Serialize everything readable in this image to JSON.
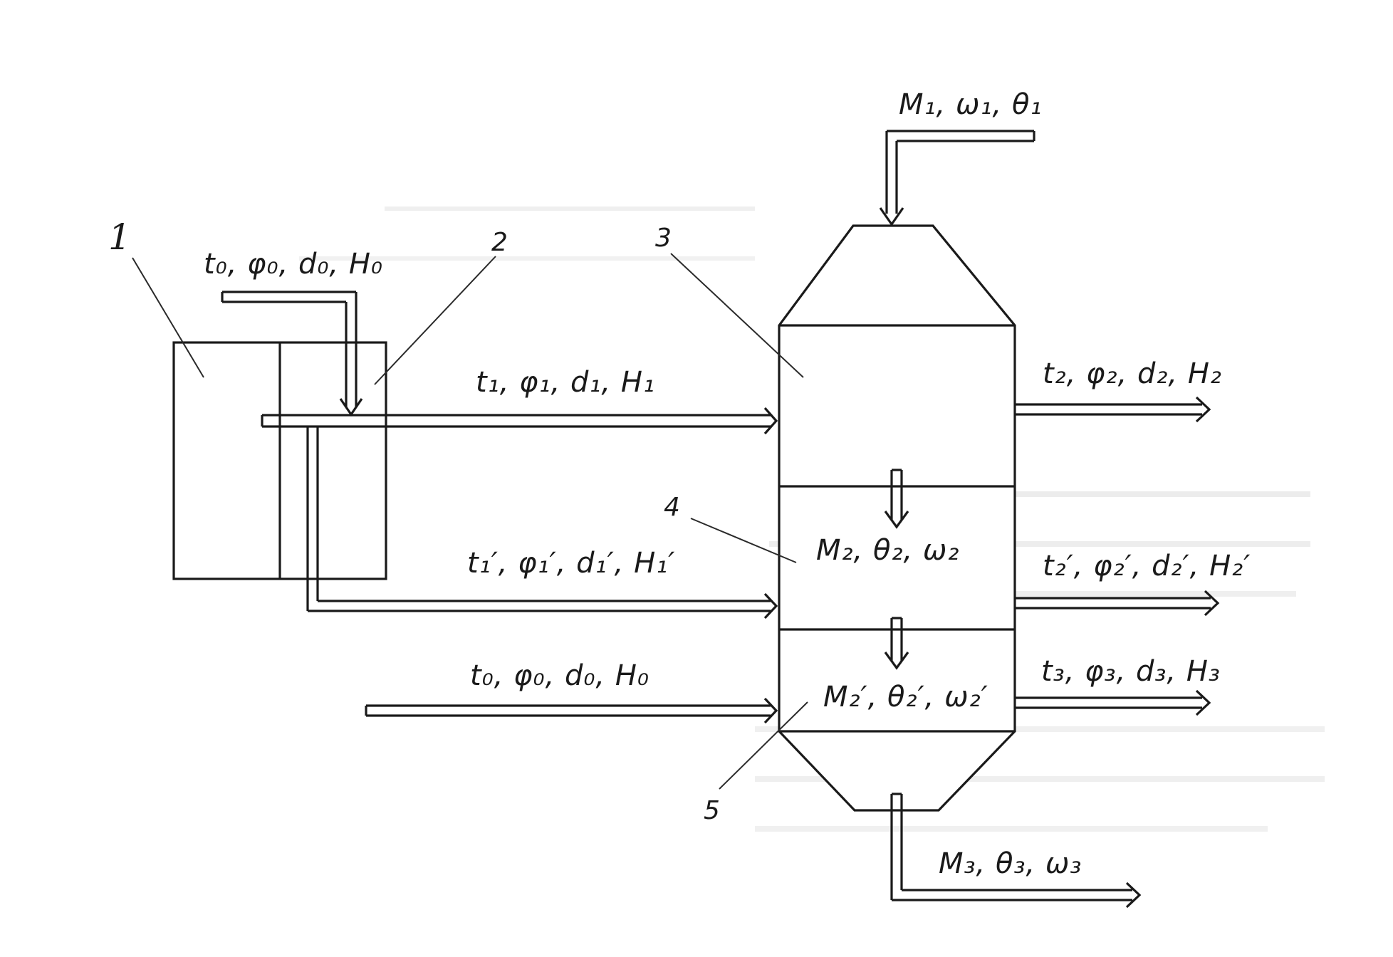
{
  "callouts": {
    "heater_1": "1",
    "heater_2": "2",
    "dryer_3": "3",
    "zone_4": "4",
    "zone_5": "5"
  },
  "streams": {
    "grain_in": "M₁, ω₁, θ₁",
    "air_ambient_top": "t₀, φ₀, d₀, H₀",
    "air_heated_1": "t₁, φ₁, d₁, H₁",
    "air_heated_1p": "t₁′, φ₁′, d₁′, H₁′",
    "air_ambient_low": "t₀, φ₀, d₀, H₀",
    "air_out_2": "t₂, φ₂, d₂, H₂",
    "air_out_2p": "t₂′, φ₂′, d₂′, H₂′",
    "air_out_3": "t₃, φ₃, d₃, H₃",
    "grain_zone_2": "M₂, θ₂, ω₂",
    "grain_zone_2p": "M₂′, θ₂′, ω₂′",
    "grain_out": "M₃, θ₃, ω₃"
  },
  "colors": {
    "ink": "#1a1a1a",
    "paper": "#ffffff",
    "bleed_through": "#d4d4d4"
  }
}
